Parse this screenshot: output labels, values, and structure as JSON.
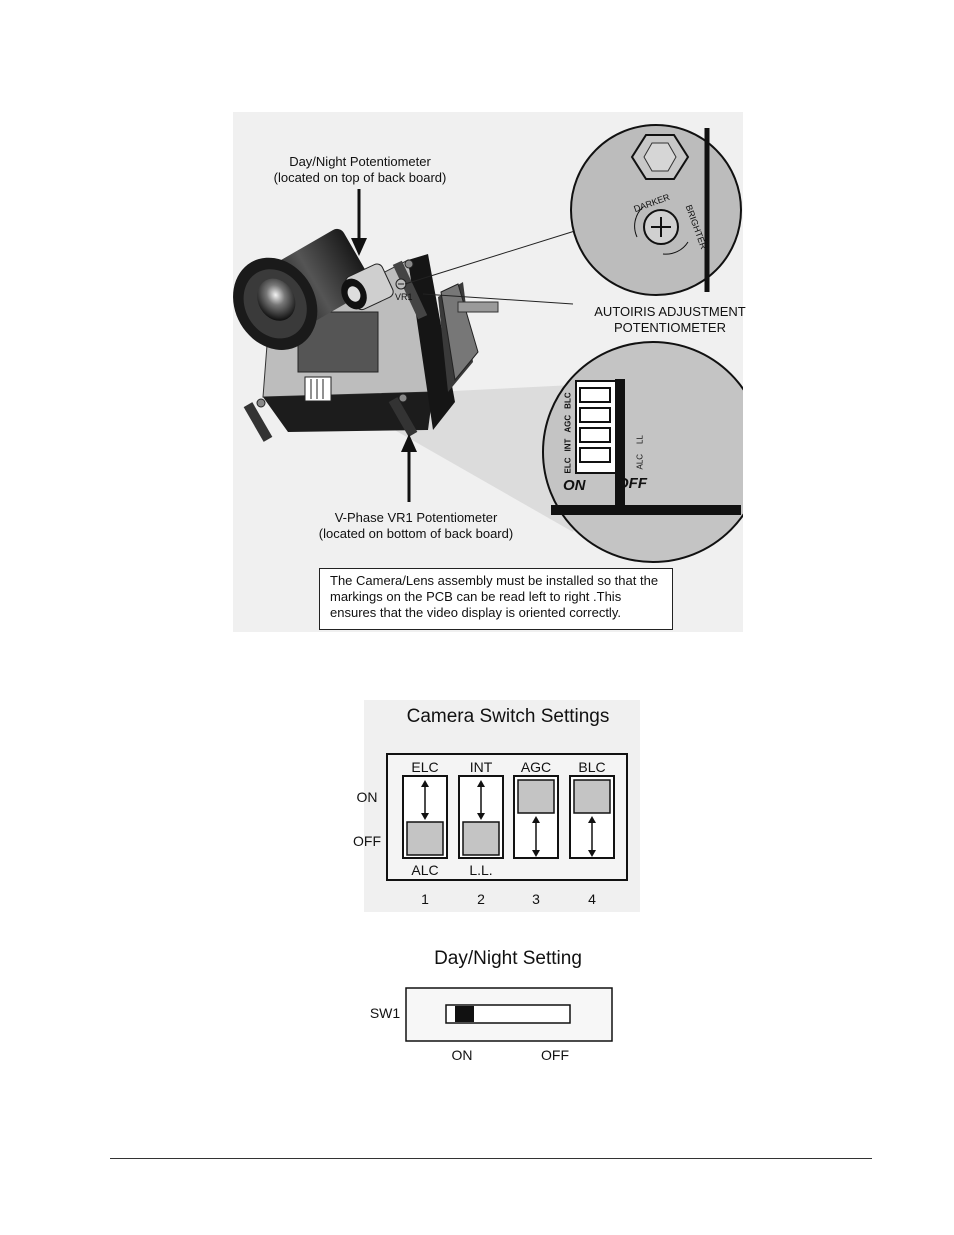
{
  "camera_figure": {
    "callout_daynight": [
      "Day/Night Potentiometer",
      "(located on top of back board)"
    ],
    "callout_autoiris": [
      "AUTOIRIS ADJUSTMENT",
      "POTENTIOMETER"
    ],
    "callout_vphase": [
      "V-Phase VR1 Potentiometer",
      "(located on bottom of back board)"
    ],
    "vr1_label": "VR1",
    "dial_darker": "DARKER",
    "dial_brighter": "BRIGHTER",
    "inset_switch_top_labels": [
      "ELC",
      "INT",
      "AGC",
      "BLC"
    ],
    "inset_switch_bottom_labels": [
      "ALC",
      "LL"
    ],
    "inset_on": "ON",
    "inset_off": "OFF",
    "note_text": "The Camera/Lens assembly must be installed so that the markings on the PCB can be read left to right .This ensures that the video display is oriented correctly."
  },
  "camera_switch_settings": {
    "title": "Camera Switch Settings",
    "row_on": "ON",
    "row_off": "OFF",
    "switches": [
      {
        "top": "ELC",
        "bottom": "ALC",
        "number": "1",
        "position": "OFF"
      },
      {
        "top": "INT",
        "bottom": "L.L.",
        "number": "2",
        "position": "OFF"
      },
      {
        "top": "AGC",
        "bottom": "",
        "number": "3",
        "position": "ON"
      },
      {
        "top": "BLC",
        "bottom": "",
        "number": "4",
        "position": "ON"
      }
    ]
  },
  "day_night_setting": {
    "title": "Day/Night Setting",
    "switch_label": "SW1",
    "on_label": "ON",
    "off_label": "OFF",
    "position": "ON"
  }
}
